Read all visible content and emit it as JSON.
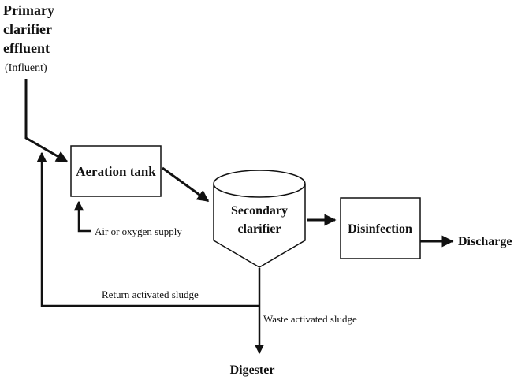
{
  "influent": {
    "line1": "Primary",
    "line2": "clarifier",
    "line3": "effluent",
    "line4": "(Influent)"
  },
  "aeration_tank": "Aeration tank",
  "air_supply": "Air or oxygen supply",
  "secondary_clarifier": {
    "line1": "Secondary",
    "line2": "clarifier"
  },
  "disinfection": "Disinfection",
  "discharge": "Discharge",
  "return_sludge": "Return activated sludge",
  "waste_sludge": "Waste activated sludge",
  "digester": "Digester"
}
